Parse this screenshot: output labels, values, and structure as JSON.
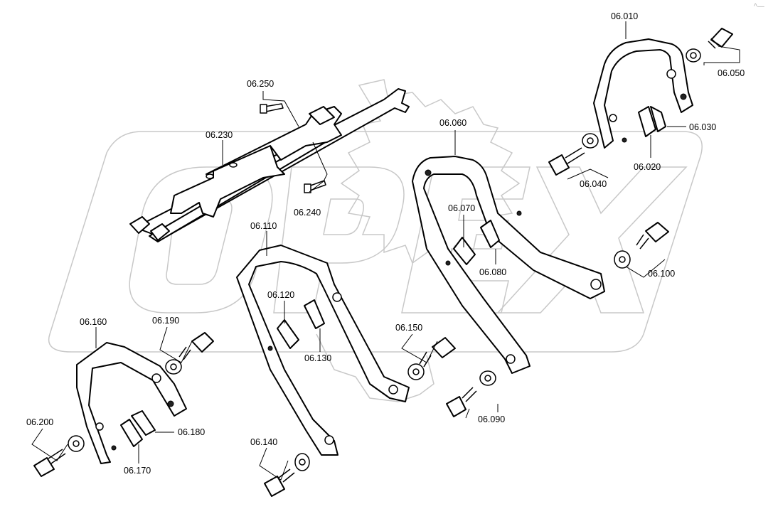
{
  "watermark": {
    "text": "OPEX"
  },
  "corner_mark": "^—",
  "labels": {
    "p06010": "06.010",
    "p06020": "06.020",
    "p06030": "06.030",
    "p06040": "06.040",
    "p06050": "06.050",
    "p06060": "06.060",
    "p06070": "06.070",
    "p06080": "06.080",
    "p06090": "06.090",
    "p06100": "06.100",
    "p06110": "06.110",
    "p06120": "06.120",
    "p06130": "06.130",
    "p06140": "06.140",
    "p06150": "06.150",
    "p06160": "06.160",
    "p06170": "06.170",
    "p06180": "06.180",
    "p06190": "06.190",
    "p06200": "06.200",
    "p06230": "06.230",
    "p06240": "06.240",
    "p06250": "06.250"
  }
}
